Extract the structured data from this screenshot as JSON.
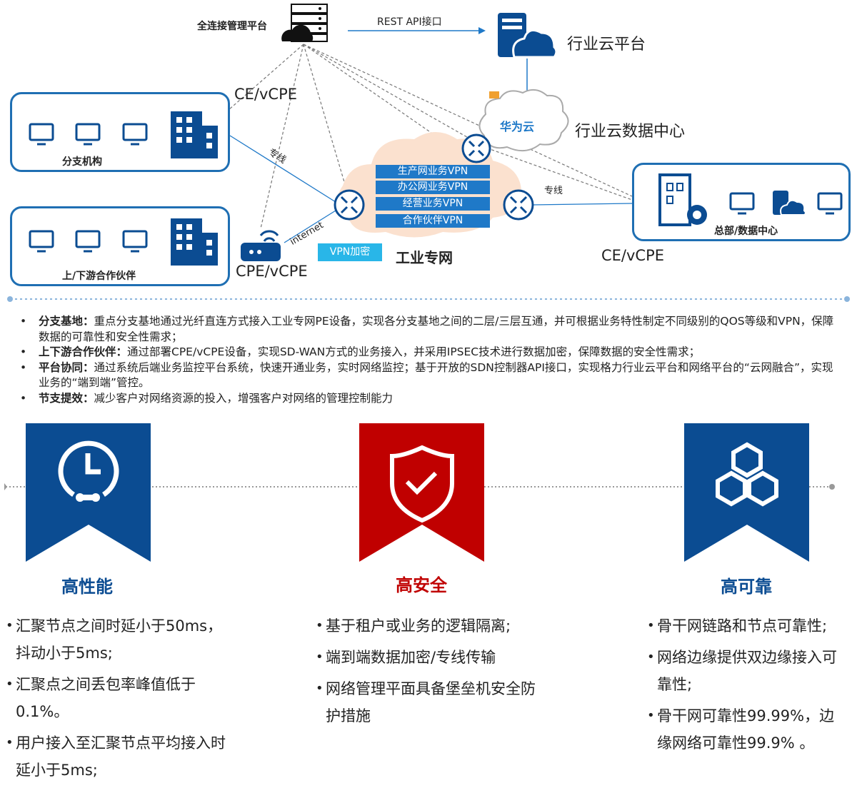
{
  "diagram": {
    "mgmt_platform": "全连接管理平台",
    "rest_api": "REST API接口",
    "industry_cloud_platform": "行业云平台",
    "ce_vcpe_top": "CE/vCPE",
    "huawei_cloud": "华为云",
    "industry_cloud_dc": "行业云数据中心",
    "branch_label": "分支机构",
    "partner_label": "上/下游合作伙伴",
    "leased_line_left": "专线",
    "leased_line_right": "专线",
    "internet": "internet",
    "cpe_vcpe": "CPE/vCPE",
    "vpn_encrypt": "VPN加密",
    "industrial_network": "工业专网",
    "hq_label": "总部/数据中心",
    "ce_vcpe_right": "CE/vCPE",
    "vpns": [
      "生产网业务VPN",
      "办公网业务VPN",
      "经营业务VPN",
      "合作伙伴VPN"
    ]
  },
  "bullets": [
    {
      "title": "分支基地：",
      "text": "重点分支基地通过光纤直连方式接入工业专网PE设备，实现各分支基地之间的二层/三层互通，并可根据业务特性制定不同级别的QOS等级和VPN，保障数据的可靠性和安全性需求；"
    },
    {
      "title": "上下游合作伙伴：",
      "text": "通过部署CPE/vCPE设备，实现SD-WAN方式的业务接入，并采用IPSEC技术进行数据加密，保障数据的安全性需求；"
    },
    {
      "title": "平台协同：",
      "text": "通过系统后端业务监控平台系统，快速开通业务，实时网络监控；基于开放的SDN控制器API接口，实现格力行业云平台和网络平台的“云网融合”，实现业务的“端到端”管控。"
    },
    {
      "title": "节支提效：",
      "text": "减少客户对网络资源的投入，增强客户对网络的管理控制能力"
    }
  ],
  "features": [
    {
      "title": "高性能",
      "color": "#0b4c92",
      "items": [
        "汇聚节点之间时延小于50ms，抖动小于5ms;",
        "汇聚点之间丢包率峰值低于0.1%。",
        "用户接入至汇聚节点平均接入时延小于5ms;"
      ]
    },
    {
      "title": "高安全",
      "color": "#c00000",
      "items": [
        "基于租户或业务的逻辑隔离;",
        "端到端数据加密/专线传输",
        "网络管理平面具备堡垒机安全防护措施"
      ]
    },
    {
      "title": "高可靠",
      "color": "#0b4c92",
      "items": [
        "骨干网链路和节点可靠性;",
        "网络边缘提供双边缘接入可靠性;",
        "骨干网可靠性99.99%，边缘网络可靠性99.9% 。"
      ]
    }
  ],
  "colors": {
    "blue": "#0b4c92",
    "red": "#c00000",
    "accent": "#1f79c8",
    "cyan": "#29b6e8"
  }
}
